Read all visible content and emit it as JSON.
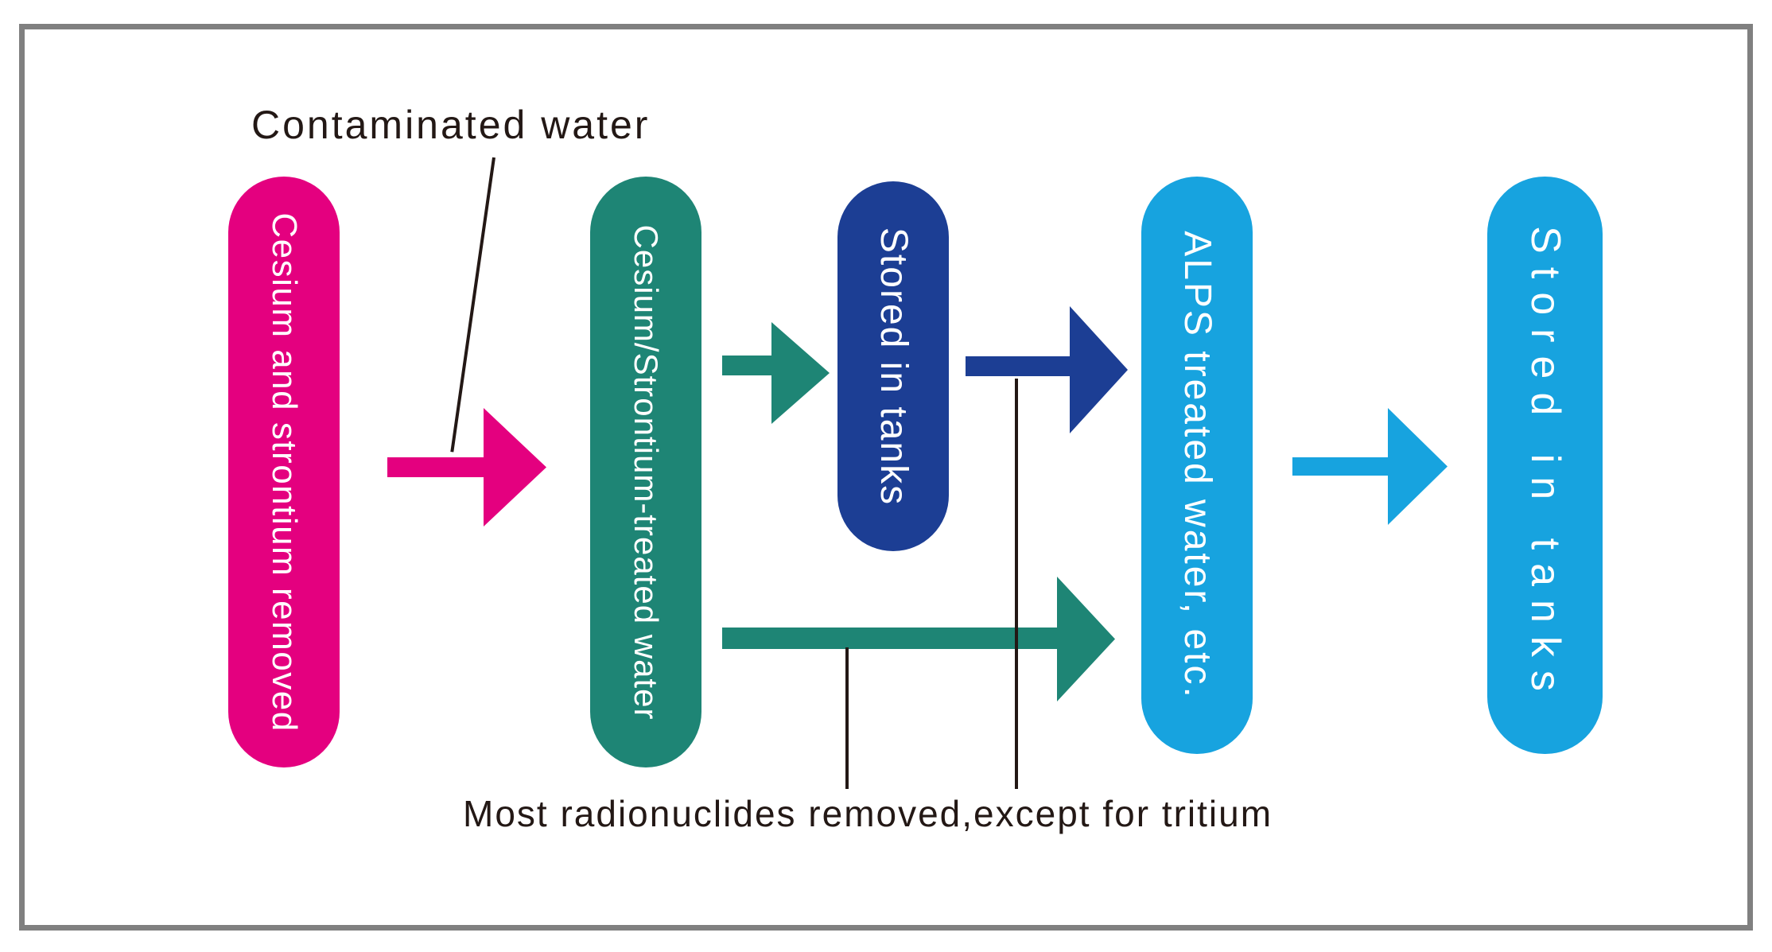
{
  "frame": {
    "border_color": "#808080"
  },
  "labels": {
    "contaminated_water": "Contaminated water",
    "tritium_note": "Most radionuclides removed,except for tritium"
  },
  "stages": [
    {
      "label": "Cesium and strontium removed",
      "color": "#e4007f"
    },
    {
      "label": "Cesium/Strontium-treated water",
      "color": "#1e8575"
    },
    {
      "label": "Stored in tanks",
      "color": "#1c3e94"
    },
    {
      "label": "ALPS treated water, etc.",
      "color": "#17a3df"
    },
    {
      "label": "Stored in tanks",
      "color": "#17a3df"
    }
  ],
  "arrows": [
    {
      "name": "contaminated-water-to-cesium-strontium-treated",
      "color": "#e4007f"
    },
    {
      "name": "cesium-strontium-treated-to-stored-in-tanks",
      "color": "#1e8575"
    },
    {
      "name": "stored-in-tanks-to-alps-treated",
      "color": "#1c3e94"
    },
    {
      "name": "cesium-strontium-treated-to-alps-treated",
      "color": "#1e8575"
    },
    {
      "name": "alps-treated-to-stored-in-tanks",
      "color": "#17a3df"
    }
  ],
  "line_color": "#231815"
}
